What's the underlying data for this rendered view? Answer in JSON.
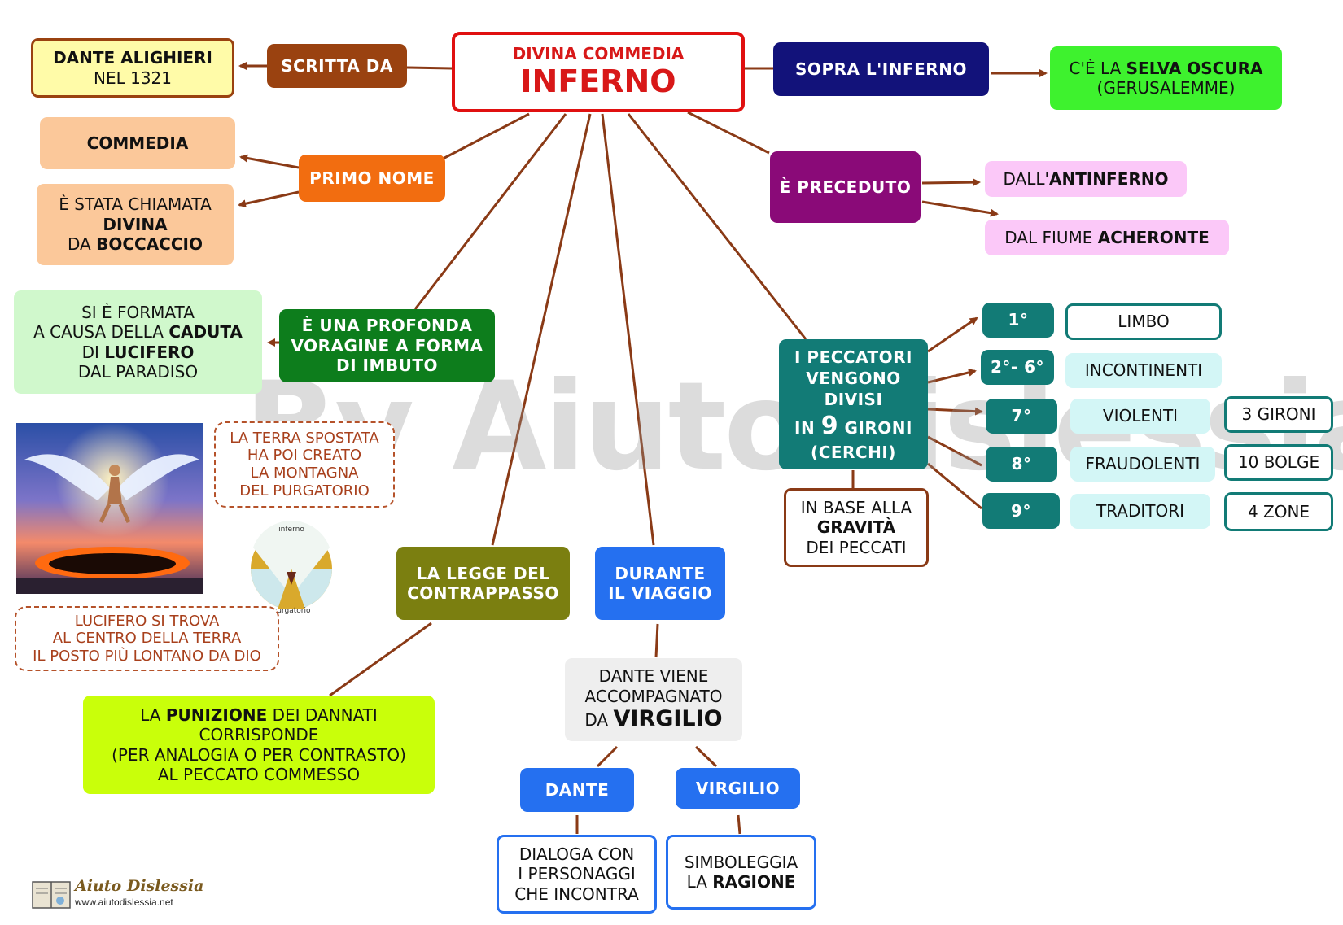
{
  "watermark": "By AiutoDislessia.net",
  "central": {
    "line1": "DIVINA COMMEDIA",
    "line2": "INFERNO"
  },
  "scritta_da": {
    "label": "SCRITTA DA",
    "author_name": "DANTE ALIGHIERI",
    "author_year": "NEL 1321"
  },
  "primo_nome": {
    "label": "PRIMO NOME",
    "commedia": "COMMEDIA",
    "chiamata": {
      "l1": "È STATA CHIAMATA",
      "l2": "DIVINA",
      "l3a": "DA ",
      "l3b": "BOCCACCIO"
    }
  },
  "sopra": {
    "label": "SOPRA L'INFERNO",
    "r1a": "C'È LA ",
    "r1b": "SELVA OSCURA",
    "r2": "(GERUSALEMME)"
  },
  "preceduto": {
    "label": "È PRECEDUTO",
    "a1": "DALL'",
    "a2": "ANTINFERNO",
    "b1": "DAL FIUME ",
    "b2": "ACHERONTE"
  },
  "voragine": {
    "l1": "È UNA PROFONDA",
    "l2": "VORAGINE A FORMA",
    "l3": "DI IMBUTO",
    "caduta": {
      "l1": "SI È FORMATA",
      "l2a": "A CAUSA DELLA ",
      "l2b": "CADUTA",
      "l3a": "DI ",
      "l3b": "LUCIFERO",
      "l4": "DAL PARADISO"
    }
  },
  "terra_spostata": {
    "l1": "LA TERRA SPOSTATA",
    "l2": "HA POI CREATO",
    "l3": "LA MONTAGNA",
    "l4": "DEL PURGATORIO"
  },
  "lucifero_centro": {
    "l1": "LUCIFERO SI TROVA",
    "l2": "AL CENTRO DELLA TERRA",
    "l3": "IL POSTO PIÙ LONTANO DA DIO"
  },
  "mini_diagram": {
    "top": "inferno",
    "bottom": "purgatorio"
  },
  "peccatori": {
    "l1": "I PECCATORI",
    "l2": "VENGONO",
    "l3": "DIVISI",
    "l4a": "IN ",
    "l4b": "9",
    "l4c": " GIRONI",
    "l5": "(CERCHI)",
    "gravita": {
      "l1": "IN BASE ALLA",
      "l2": "GRAVITÀ",
      "l3": "DEI PECCATI"
    },
    "cerchi": [
      {
        "num": "1°",
        "name": "LIMBO",
        "extra": ""
      },
      {
        "num": "2°- 6°",
        "name": "INCONTINENTI",
        "extra": ""
      },
      {
        "num": "7°",
        "name": "VIOLENTI",
        "extra": "3 GIRONI"
      },
      {
        "num": "8°",
        "name": "FRAUDOLENTI",
        "extra": "10 BOLGE"
      },
      {
        "num": "9°",
        "name": "TRADITORI",
        "extra": "4 ZONE"
      }
    ]
  },
  "contrappasso": {
    "l1": "LA LEGGE DEL",
    "l2": "CONTRAPPASSO",
    "punizione": {
      "l1a": "LA ",
      "l1b": "PUNIZIONE",
      "l1c": "  DEI DANNATI",
      "l2": "CORRISPONDE",
      "l3": " (PER ANALOGIA O PER CONTRASTO)",
      "l4": "AL PECCATO COMMESSO"
    }
  },
  "viaggio": {
    "l1": "DURANTE",
    "l2": "IL VIAGGIO",
    "accomp": {
      "l1": "DANTE VIENE",
      "l2": "ACCOMPAGNATO",
      "l3a": "DA ",
      "l3b": "VIRGILIO"
    },
    "dante": {
      "label": "DANTE",
      "d1": "DIALOGA CON",
      "d2": "I PERSONAGGI",
      "d3": "CHE INCONTRA"
    },
    "virgilio": {
      "label": "VIRGILIO",
      "v1": "SIMBOLEGGIA",
      "v2a": "LA ",
      "v2b": "RAGIONE"
    }
  },
  "logo": {
    "name": "Aiuto Dislessia",
    "url": "www.aiutodislessia.net"
  },
  "colors": {
    "central_border": "#e01010",
    "central_text": "#d81818",
    "brown": "#9a4210",
    "orange": "#f26d10",
    "navy": "#12127a",
    "purple": "#8a0a78",
    "green_dark": "#0d7d1c",
    "teal": "#127b76",
    "olive": "#7b7f10",
    "blue": "#2570f0",
    "arrow": "#8a3a16"
  }
}
